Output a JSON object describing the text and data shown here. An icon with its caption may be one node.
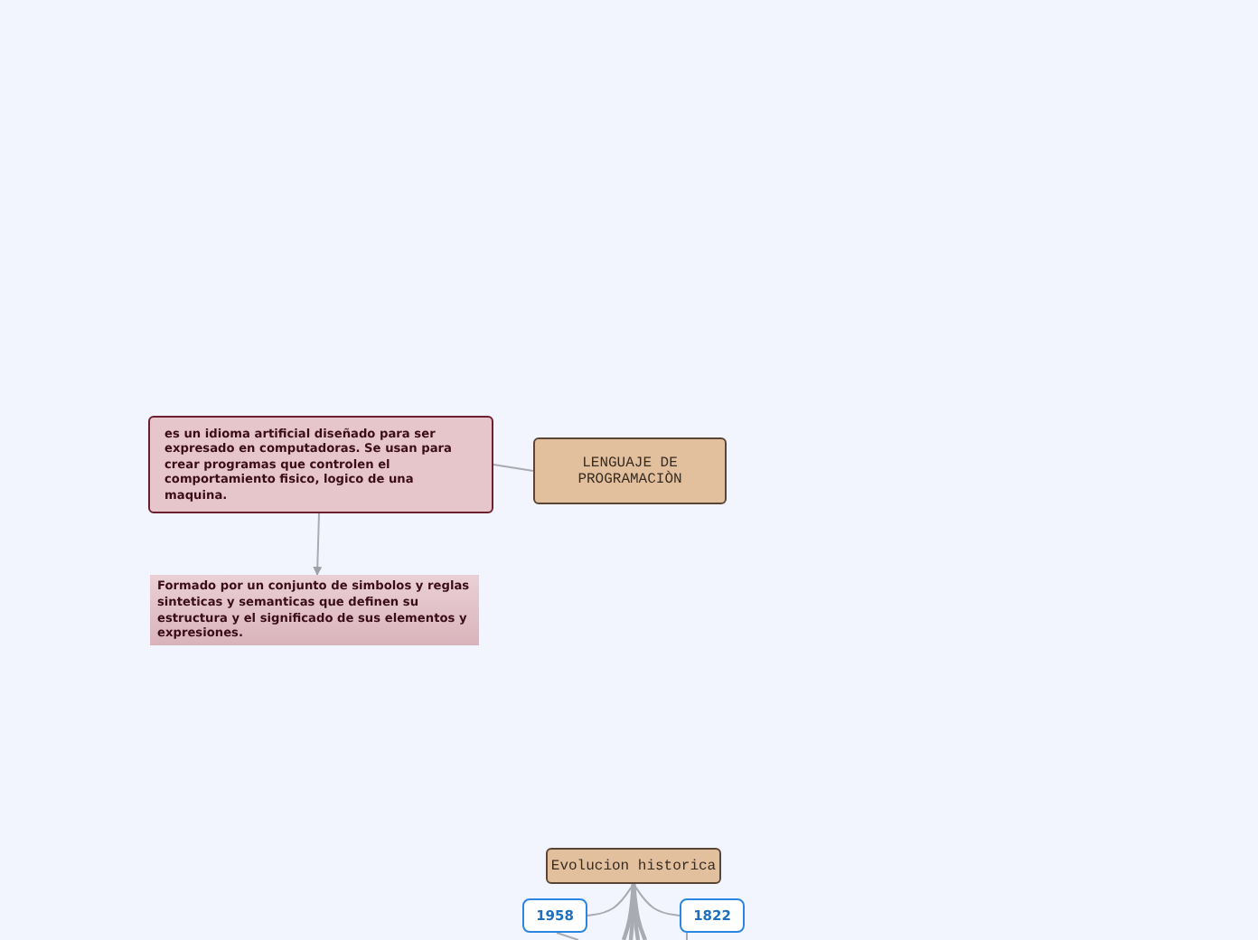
{
  "diagram": {
    "nodes": [
      {
        "text": [
          "LENGUAJE DE PROGRAMACIÒN"
        ]
      },
      {
        "text": [
          "es un idioma artificial diseñado para ser expresado en computadoras. Se usan para crear programas que controlen el comportamiento fisico, logico de una maquina."
        ]
      },
      {
        "text": [
          "Formado por un conjunto de simbolos y reglas sinteticas y semanticas que definen su estructura y el significado de sus elementos y expresiones."
        ]
      },
      {
        "text": [
          "Evolucion historica"
        ]
      },
      {
        "text": [
          "1958"
        ]
      },
      {
        "text": [
          "1822"
        ]
      }
    ],
    "edges": [
      {
        "from": 0,
        "to": 1,
        "arrow": "none"
      },
      {
        "from": 1,
        "to": 2,
        "arrow": "to"
      },
      {
        "from": 3,
        "to": 4,
        "arrow": "none"
      },
      {
        "from": 3,
        "to": 5,
        "arrow": "none"
      },
      {
        "from": 3,
        "to": null,
        "arrow": "none"
      },
      {
        "from": 3,
        "to": null,
        "arrow": "none"
      },
      {
        "from": 3,
        "to": null,
        "arrow": "none"
      },
      {
        "from": 3,
        "to": null,
        "arrow": "none"
      },
      {
        "from": 4,
        "to": null,
        "arrow": "none"
      },
      {
        "from": 5,
        "to": null,
        "arrow": "none"
      }
    ]
  }
}
